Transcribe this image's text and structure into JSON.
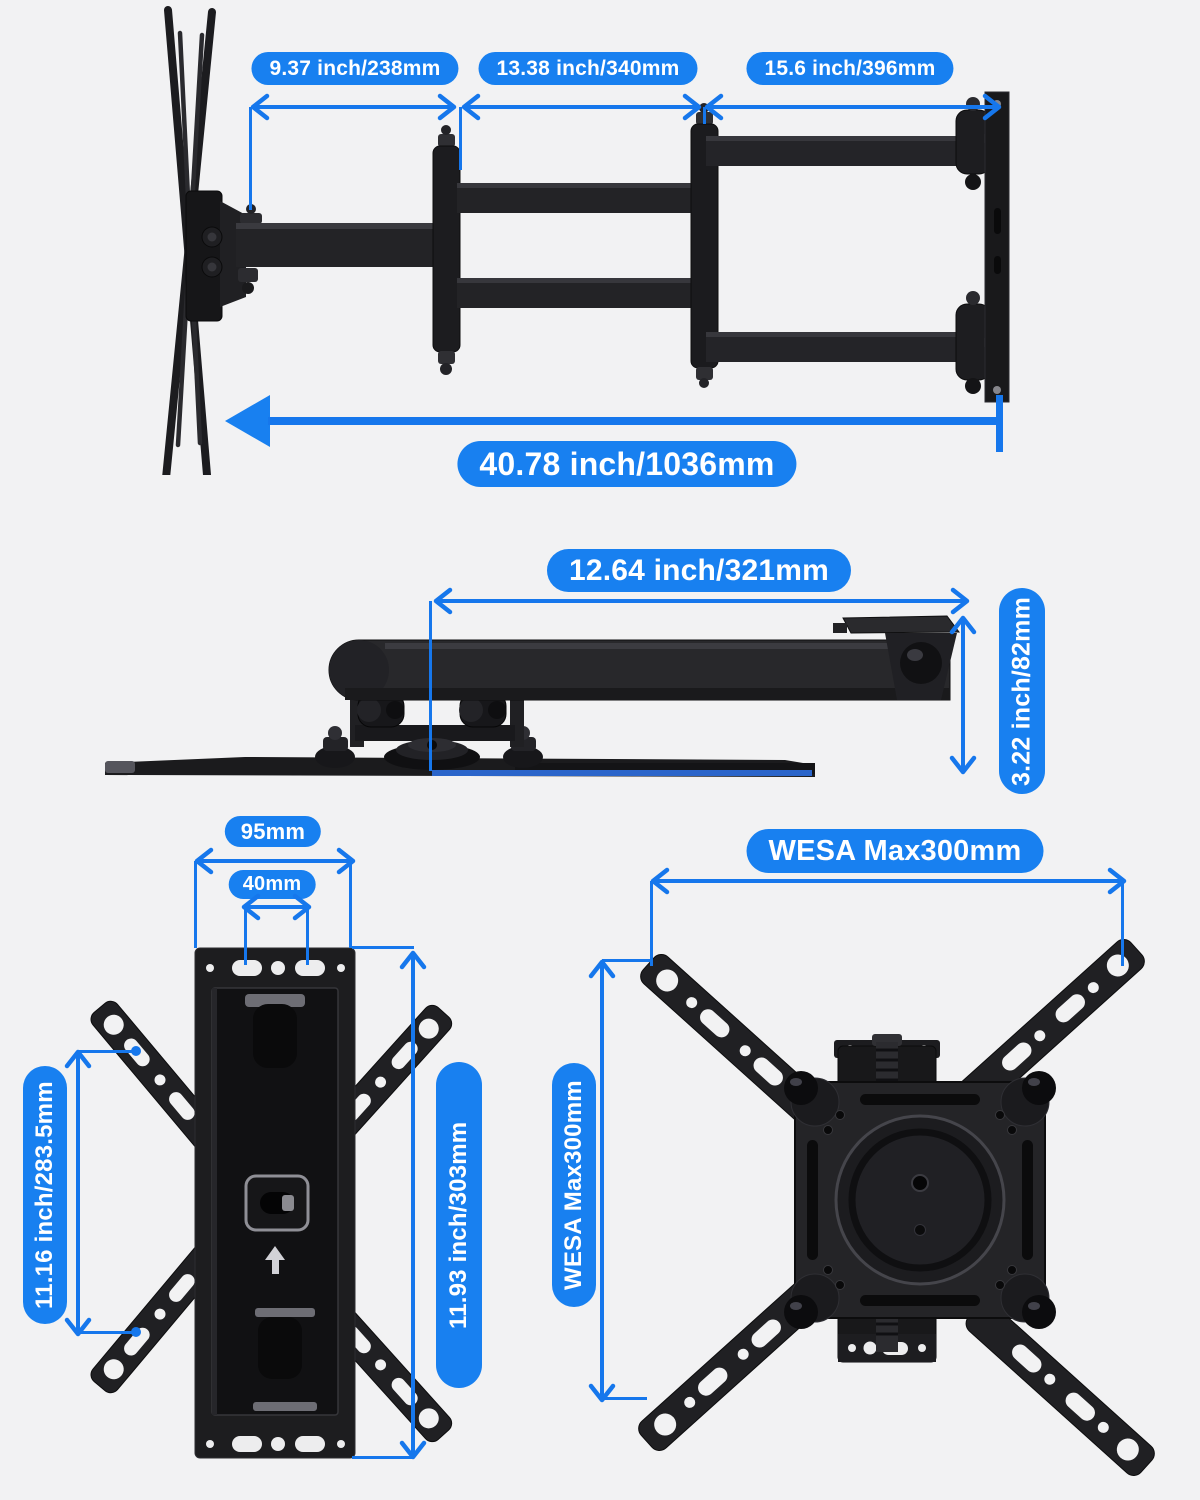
{
  "page": {
    "description": "TV wall mount articulating arm dimension diagram",
    "colors": {
      "background": "#f2f2f3",
      "accent_blue": "#1880f0",
      "dimension_line_blue": "#1677ec",
      "product_black": "#1d1d1f"
    }
  },
  "extended_view": {
    "segment_1": "9.37 inch/238mm",
    "segment_2": "13.38 inch/340mm",
    "segment_3": "15.6 inch/396mm",
    "total_extension": "40.78 inch/1036mm"
  },
  "folded_view": {
    "folded_length": "12.64 inch/321mm",
    "folded_depth": "3.22 inch/82mm"
  },
  "wall_plate_view": {
    "plate_width": "95mm",
    "hole_spacing": "40mm",
    "arm_hole_span": "11.16 inch/283.5mm",
    "plate_height": "11.93 inch/303mm"
  },
  "vesa_view": {
    "vesa_width": "WESA Max300mm",
    "vesa_height": "WESA Max300mm"
  }
}
